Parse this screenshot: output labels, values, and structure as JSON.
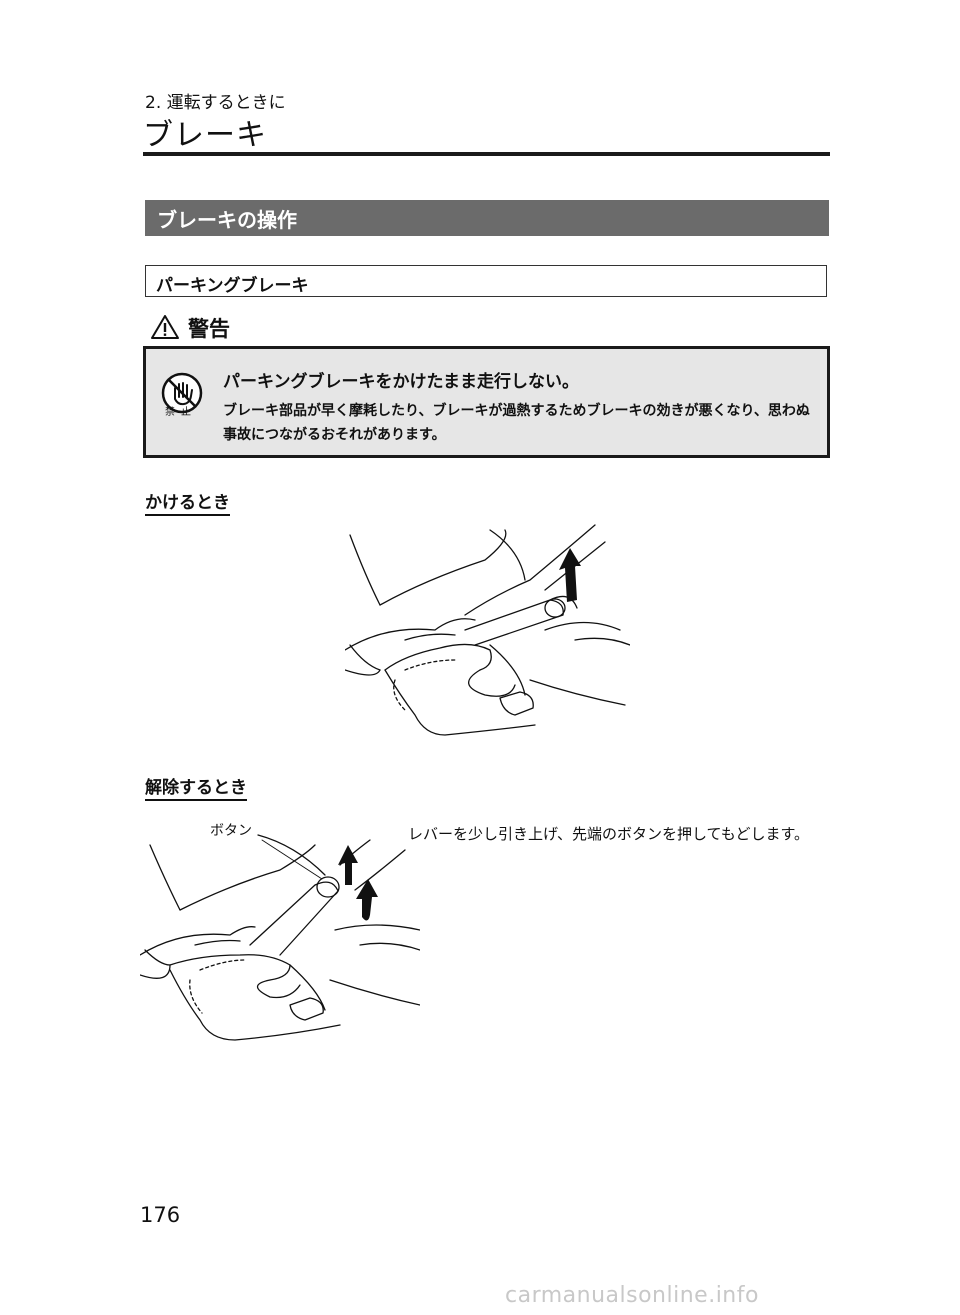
{
  "header": {
    "chapter": "2. 運転するときに",
    "title": "ブレーキ"
  },
  "section": {
    "title": "ブレーキの操作",
    "subsection": "パーキングブレーキ"
  },
  "warning": {
    "heading": "警告",
    "prohibited_label": "禁止",
    "main": "パーキングブレーキをかけたまま走行しない。",
    "body": "ブレーキ部品が早く摩耗したり、ブレーキが過熱するためブレーキの効きが悪くなり、思わぬ事故につながるおそれがあります。",
    "icons": [
      "warning-triangle-icon",
      "prohibited-hand-icon"
    ]
  },
  "apply": {
    "heading": "かけるとき"
  },
  "release": {
    "heading": "解除するとき",
    "button_label": "ボタン",
    "text": "レバーを少し引き上げ、先端のボタンを押してもどします。"
  },
  "page_number": "176",
  "watermark": "carmanualsonline.info"
}
